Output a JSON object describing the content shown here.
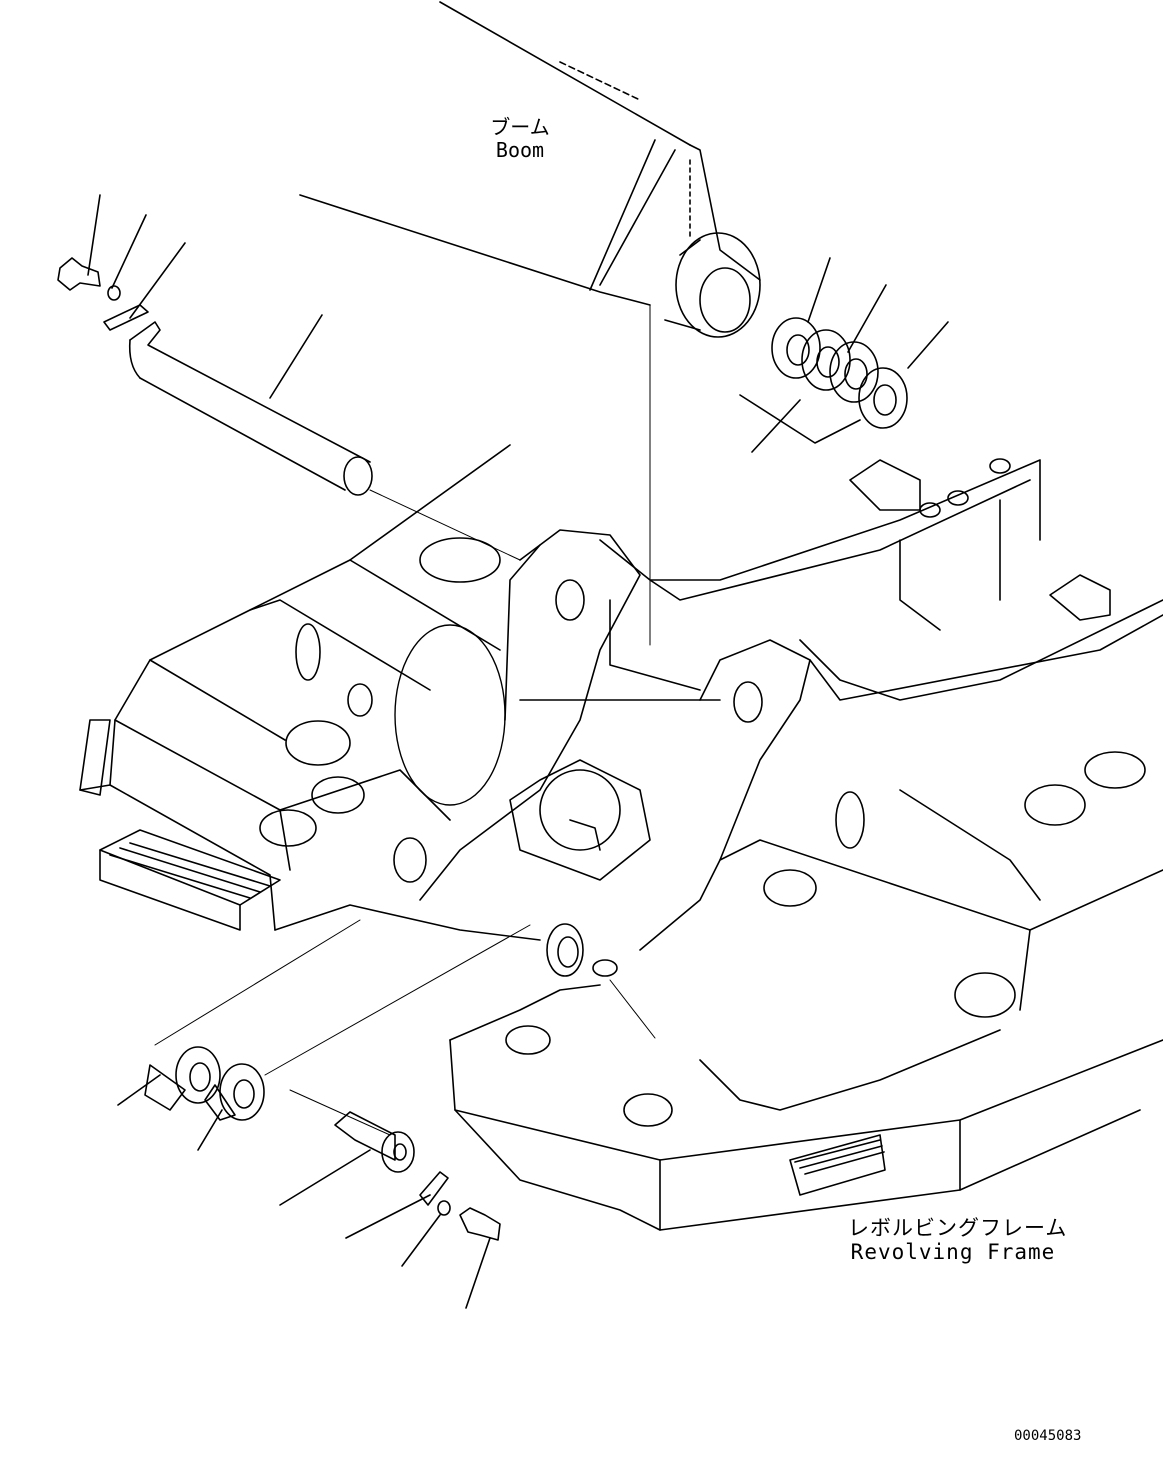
{
  "labels": {
    "boom_jp": "ブーム",
    "boom_en": "Boom",
    "frame_jp": "レボルビングフレーム",
    "frame_en": "Revolving Frame",
    "drawing_id": "00045083"
  },
  "style": {
    "line_color": "#000000",
    "background": "#ffffff"
  }
}
